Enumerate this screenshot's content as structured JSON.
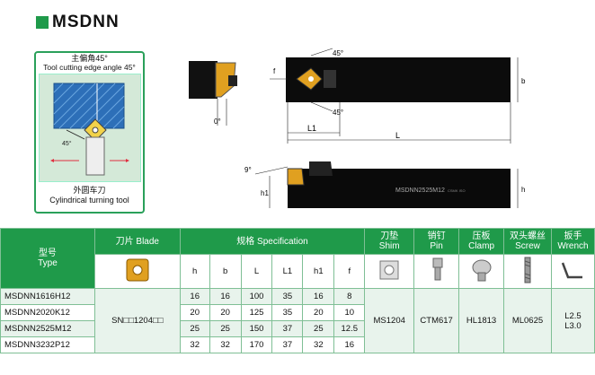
{
  "title": "MSDNN",
  "panel": {
    "caption_cn": "主偏角45°",
    "caption_en": "Tool cutting edge angle 45°",
    "angle_label": "45°",
    "bottom_cn": "外圆车刀",
    "bottom_en": "Cylindrical turning tool"
  },
  "drawing": {
    "angle_45": "45°",
    "angle_0": "0°",
    "angle_9": "9°",
    "f": "f",
    "b": "b",
    "L1": "L1",
    "L": "L",
    "h": "h",
    "h1": "h1",
    "bar_label": "MSDNN2525M12",
    "bar_small": "CSMK ISO"
  },
  "table": {
    "headers": {
      "type_cn": "型号",
      "type_en": "Type",
      "blade": "刀片 Blade",
      "spec": "规格 Specification",
      "shim_cn": "刀垫",
      "shim_en": "Shim",
      "pin_cn": "销钉",
      "pin_en": "Pin",
      "clamp_cn": "压板",
      "clamp_en": "Clamp",
      "screw_cn": "双头螺丝",
      "screw_en": "Screw",
      "wrench_cn": "扳手",
      "wrench_en": "Wrench"
    },
    "spec_cols": [
      "h",
      "b",
      "L",
      "L1",
      "h1",
      "f"
    ],
    "rows": [
      {
        "type": "MSDNN1616H12",
        "vals": [
          "16",
          "16",
          "100",
          "35",
          "16",
          "8"
        ]
      },
      {
        "type": "MSDNN2020K12",
        "vals": [
          "20",
          "20",
          "125",
          "35",
          "20",
          "10"
        ]
      },
      {
        "type": "MSDNN2525M12",
        "vals": [
          "25",
          "25",
          "150",
          "37",
          "25",
          "12.5"
        ]
      },
      {
        "type": "MSDNN3232P12",
        "vals": [
          "32",
          "32",
          "170",
          "37",
          "32",
          "16"
        ]
      }
    ],
    "blade": "SN□□1204□□",
    "shim": "MS1204",
    "pin": "CTM617",
    "clamp": "HL1813",
    "screw": "ML0625",
    "wrench_1": "L2.5",
    "wrench_2": "L3.0"
  },
  "colors": {
    "accent": "#1f9a4a",
    "insert": "#e0a020",
    "body": "#111111"
  }
}
